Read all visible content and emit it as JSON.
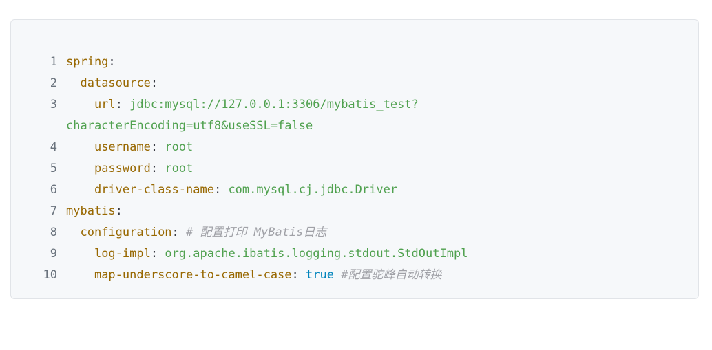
{
  "code": {
    "lines": [
      {
        "num": "1",
        "indent": "",
        "key": "spring",
        "sep": ":",
        "value": "",
        "comment": ""
      },
      {
        "num": "2",
        "indent": "  ",
        "key": "datasource",
        "sep": ":",
        "value": "",
        "comment": ""
      },
      {
        "num": "3",
        "indent": "    ",
        "key": "url",
        "sep": ": ",
        "value": "jdbc:mysql://127.0.0.1:3306/mybatis_test?",
        "value_cont": "characterEncoding=utf8&useSSL=false",
        "comment": ""
      },
      {
        "num": "4",
        "indent": "    ",
        "key": "username",
        "sep": ": ",
        "value": "root",
        "comment": ""
      },
      {
        "num": "5",
        "indent": "    ",
        "key": "password",
        "sep": ": ",
        "value": "root",
        "comment": ""
      },
      {
        "num": "6",
        "indent": "    ",
        "key": "driver-class-name",
        "sep": ": ",
        "value": "com.mysql.cj.jdbc.Driver",
        "comment": ""
      },
      {
        "num": "7",
        "indent": "",
        "key": "mybatis",
        "sep": ":",
        "value": "",
        "comment": ""
      },
      {
        "num": "8",
        "indent": "  ",
        "key": "configuration",
        "sep": ": ",
        "value": "",
        "comment": "# 配置打印 MyBatis日志"
      },
      {
        "num": "9",
        "indent": "    ",
        "key": "log-impl",
        "sep": ": ",
        "value": "org.apache.ibatis.logging.stdout.StdOutImpl",
        "comment": ""
      },
      {
        "num": "10",
        "indent": "    ",
        "key": "map-underscore-to-camel-case",
        "sep": ": ",
        "value": "true",
        "value_type": "bool",
        "comment": "#配置驼峰自动转换"
      }
    ]
  },
  "colors": {
    "background": "#f6f8fa",
    "border": "#e1e4e8",
    "key": "#986801",
    "string": "#50a14f",
    "boolean": "#0184bc",
    "comment": "#a0a1a7",
    "line_number": "#6a737d"
  }
}
